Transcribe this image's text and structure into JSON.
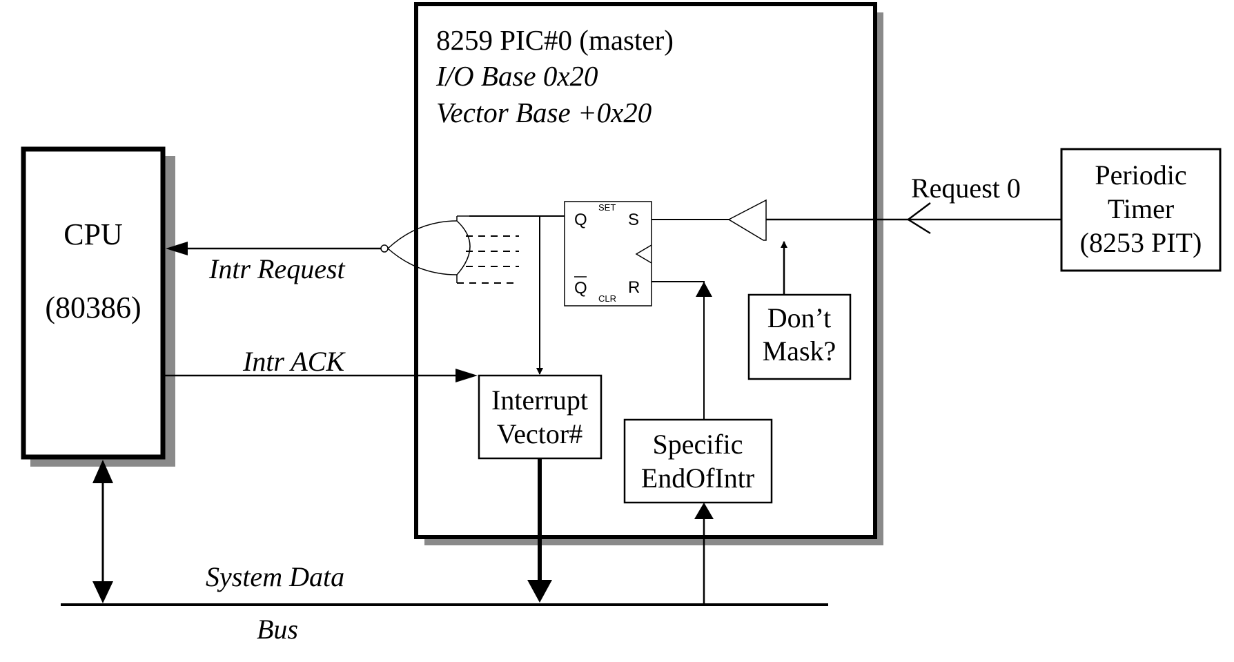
{
  "pic": {
    "title": "8259 PIC#0 (master)",
    "io_base": "I/O Base 0x20",
    "vector_base": "Vector Base +0x20"
  },
  "cpu": {
    "line1": "CPU",
    "line2": "(80386)"
  },
  "timer": {
    "line1": "Periodic",
    "line2": "Timer",
    "line3": "(8253 PIT)"
  },
  "flipflop": {
    "q": "Q",
    "s": "S",
    "set": "SET",
    "qbar": "Q",
    "r": "R",
    "clr": "CLR"
  },
  "mask": {
    "line1": "Don’t",
    "line2": "Mask?"
  },
  "vector": {
    "line1": "Interrupt",
    "line2": "Vector#"
  },
  "eoi": {
    "line1": "Specific",
    "line2": "EndOfIntr"
  },
  "labels": {
    "request0": "Request 0",
    "intr_request": "Intr Request",
    "intr_ack": "Intr ACK",
    "system_data": "System Data",
    "bus": "Bus"
  }
}
